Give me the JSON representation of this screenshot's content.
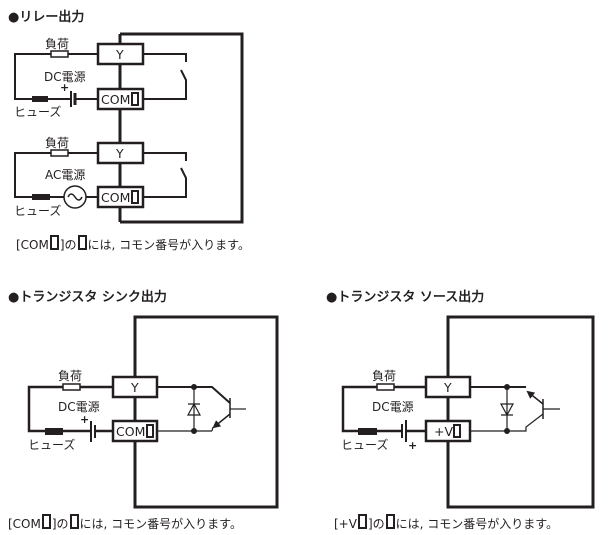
{
  "relay": {
    "title": "●リレー出力",
    "circuit1": {
      "load_label": "負荷",
      "source_label": "DC電源",
      "plus_label": "+",
      "fuse_label": "ヒューズ",
      "terminal_y": "Y",
      "terminal_com": "COM"
    },
    "circuit2": {
      "load_label": "負荷",
      "source_label": "AC電源",
      "fuse_label": "ヒューズ",
      "terminal_y": "Y",
      "terminal_com": "COM"
    },
    "note_prefix": "[COM",
    "note_mid": "]の",
    "note_suffix": "には, コモン番号が入ります。"
  },
  "sink": {
    "title": "●トランジスタ シンク出力",
    "load_label": "負荷",
    "source_label": "DC電源",
    "plus_label": "+",
    "fuse_label": "ヒューズ",
    "terminal_y": "Y",
    "terminal_com": "COM",
    "note_prefix": "[COM",
    "note_mid": "]の",
    "note_suffix": "には, コモン番号が入ります。"
  },
  "source": {
    "title": "●トランジスタ ソース出力",
    "load_label": "負荷",
    "source_label": "DC電源",
    "plus_label": "+",
    "fuse_label": "ヒューズ",
    "terminal_y": "Y",
    "terminal_com": "+V",
    "note_prefix": "[+V",
    "note_mid": "]の",
    "note_suffix": "には, コモン番号が入ります。"
  },
  "colors": {
    "line": "#231f20",
    "background": "#ffffff"
  }
}
